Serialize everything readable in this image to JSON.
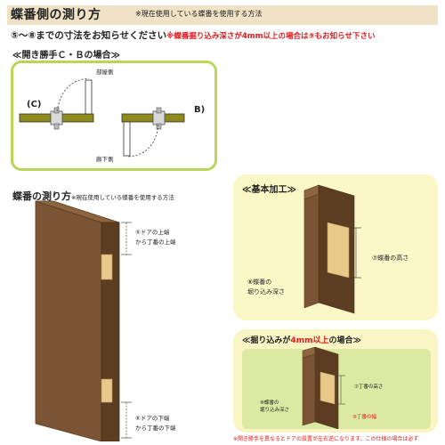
{
  "header": {
    "title": "蝶番側の測り方",
    "note": "※現在使用している蝶番を使用する方法"
  },
  "subhead": {
    "main": "⑤～⑧までの寸法をお知らせください",
    "warning": "※蝶番掘り込み深さが",
    "warning_value": "4mm",
    "warning_rest": "以上の場合は⑨もお知らせ下さい"
  },
  "swing_section": {
    "label": "≪開き勝手Ｃ・Ｂの場合≫",
    "room_side": "部屋側",
    "corridor_side": "廊下側",
    "left_tag": "(C)",
    "right_tag": "B)"
  },
  "measure_section": {
    "title": "蝶番の測り方",
    "note": "※現在使用している蝶番を使用する方法",
    "top_label_1": "⑤ドアの上端",
    "top_label_2": "から丁番の上端",
    "bottom_label_1": "⑥ドアの下端",
    "bottom_label_2": "から丁番の下端"
  },
  "basic_section": {
    "label": "≪基本加工≫",
    "height_label": "⑦蝶番の高さ",
    "depth_label_1": "⑧蝶番の",
    "depth_label_2": "堀り込み深さ"
  },
  "deep_section": {
    "label_pre": "≪掘り込みが",
    "label_value": "4mm",
    "label_mid": "以上",
    "label_post": "の場合≫",
    "height_label": "⑦丁番の高さ",
    "depth_label_1": "⑧蝶番の",
    "depth_label_2": "堀り込み深さ",
    "width_label": "⑨丁番の幅"
  },
  "footnote": "※開き勝手を異なるとドアの設置が左右逆になります。この仕様の場合は必ず",
  "colors": {
    "wood": "#7a5434",
    "wood_dark": "#5c3d22",
    "wood_side": "#8c6440",
    "hinge": "#e9c98a",
    "frame_olive": "#8f8a1e",
    "accent_green": "#b9d65a",
    "warning_red": "#e0191c"
  }
}
